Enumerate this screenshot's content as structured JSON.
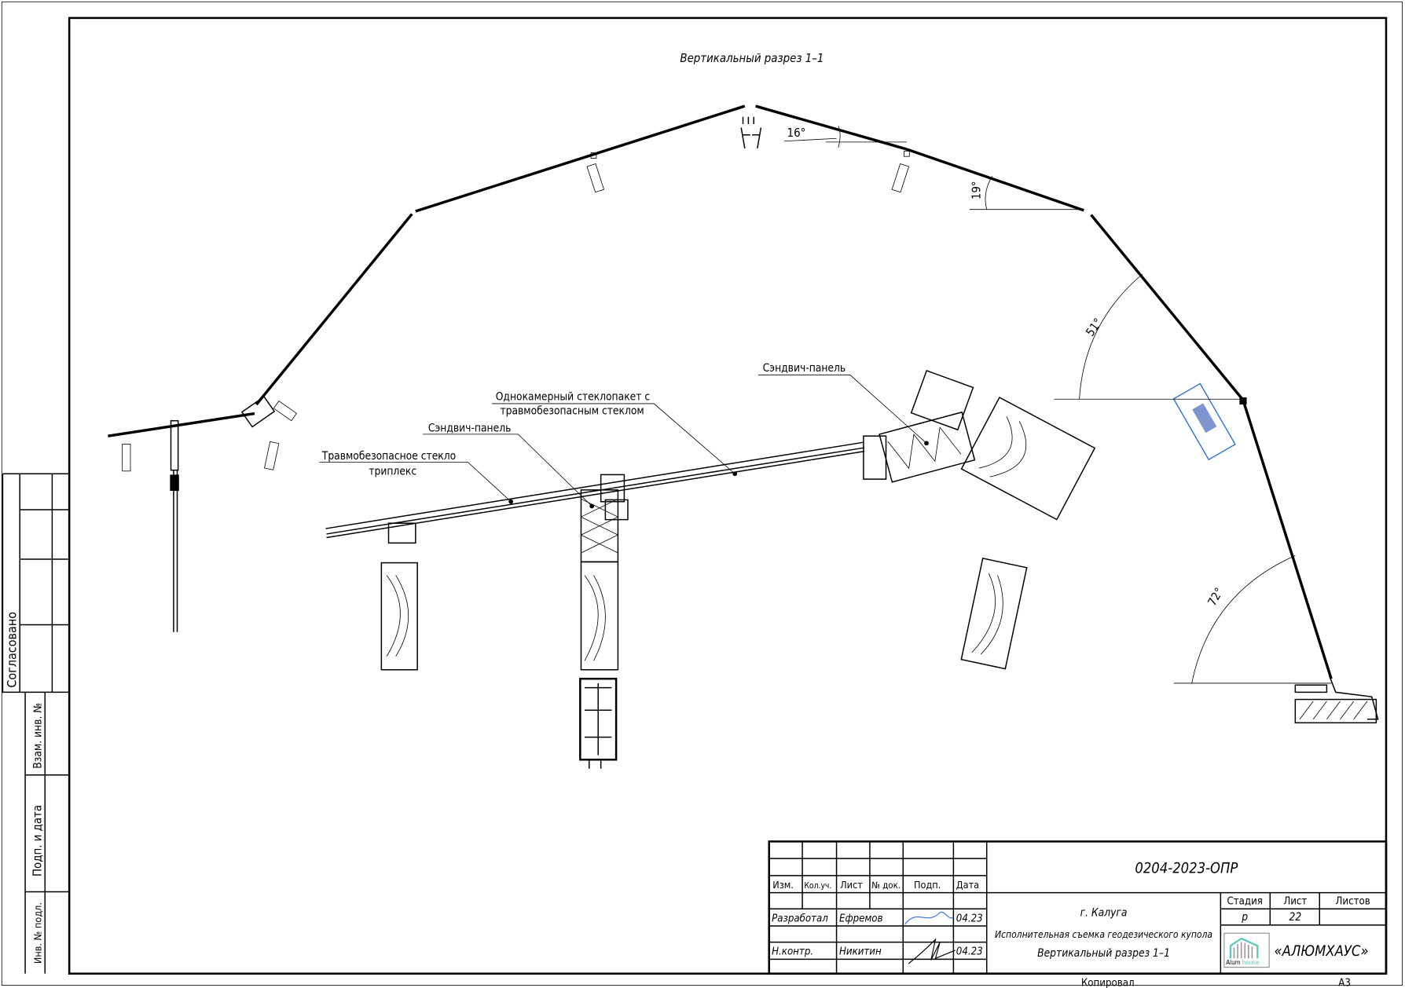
{
  "drawing": {
    "title": "Вертикальный разрез 1–1",
    "callouts": {
      "triplex_line1": "Травмобезопасное стекло",
      "triplex_line2": "триплекс",
      "sandwich_left": "Сэндвич-панель",
      "glazing_line1": "Однокамерный стеклопакет с",
      "glazing_line2": "травмобезопасным стеклом",
      "sandwich_right": "Сэндвич-панель"
    },
    "angles": {
      "a16": "16°",
      "a19": "19°",
      "a51": "51°",
      "a72": "72°"
    }
  },
  "side_stamp": {
    "agreed": "Согласовано",
    "inv_replace": "Взам. инв. №",
    "sign_date": "Подп. и дата",
    "inv_orig": "Инв. № подл."
  },
  "title_block": {
    "code": "0204-2023-ОПР",
    "headers": [
      "Изм.",
      "Кол.уч.",
      "Лист",
      "№ док.",
      "Подп.",
      "Дата"
    ],
    "rows": [
      {
        "role": "Разработал",
        "name": "Ефремов",
        "date": "04.23"
      },
      {
        "role": "Н.контр.",
        "name": "Никитин",
        "date": "04.23"
      }
    ],
    "city": "г. Калуга",
    "project": "Исполнительная съемка геодезического купола",
    "sheet_title": "Вертикальный разрез 1–1",
    "stage_label": "Стадия",
    "sheet_label": "Лист",
    "sheets_label": "Листов",
    "stage": "р",
    "sheet": "22",
    "sheets": "",
    "company": "«АЛЮМХАУС»",
    "logo_text_1": "Alum",
    "logo_text_2": "house",
    "logo_color": "#5cc8c0",
    "copied": "Копировал",
    "format": "А3"
  }
}
